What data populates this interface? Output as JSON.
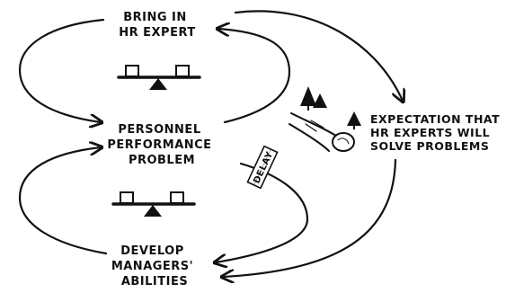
{
  "nodes": {
    "bring_in_hr_expert": {
      "lines": [
        "BRING IN",
        "HR EXPERT"
      ]
    },
    "personnel_performance_problem": {
      "lines": [
        "PERSONNEL",
        "PERFORMANCE",
        "PROBLEM"
      ]
    },
    "develop_managers_abilities": {
      "lines": [
        "DEVELOP",
        "MANAGERS'",
        "ABILITIES"
      ]
    },
    "expectation_hr_experts": {
      "lines": [
        "EXPECTATION THAT",
        "HR EXPERTS WILL",
        "SOLVE PROBLEMS"
      ]
    }
  },
  "delay_label": "DELAY",
  "loops": {
    "top": {
      "type": "balancing",
      "icon": "balance-scale-icon"
    },
    "bottom": {
      "type": "balancing",
      "icon": "balance-scale-icon"
    },
    "right": {
      "type": "reinforcing",
      "icon": "snowball-icon"
    }
  },
  "colors": {
    "ink": "#111111",
    "background": "#ffffff"
  }
}
